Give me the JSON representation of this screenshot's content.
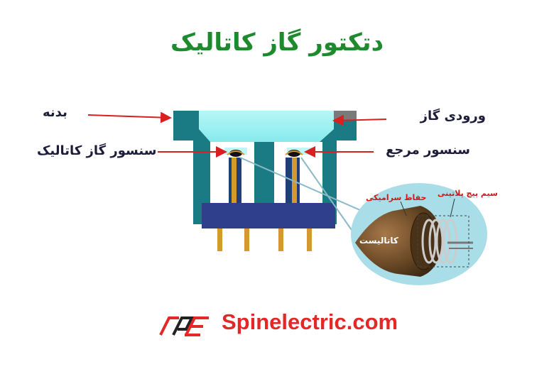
{
  "title": "دتکتور گاز کاتالیک",
  "labels": {
    "body": "بدنه",
    "gas_inlet": "ورودی گاز",
    "catalytic_sensor": "سنسور گاز کاتالیک",
    "reference_sensor": "سنسور مرجع",
    "ceramic_shield": "حفاظ سرامیکی",
    "platinum_coil": "سیم پیچ پلاتینی",
    "catalyst": "کاتالیست"
  },
  "brand": {
    "site": "Spinelectric.com"
  },
  "colors": {
    "title": "#1e8a2e",
    "housing": "#1b7b84",
    "chamber": "#9ff3f4",
    "base": "#2f3f8c",
    "pins": "#d49a2c",
    "arrows": "#d82020",
    "zoom_circle": "#a9dde8",
    "bead": "#6b4a26",
    "brand": "#e32828"
  }
}
